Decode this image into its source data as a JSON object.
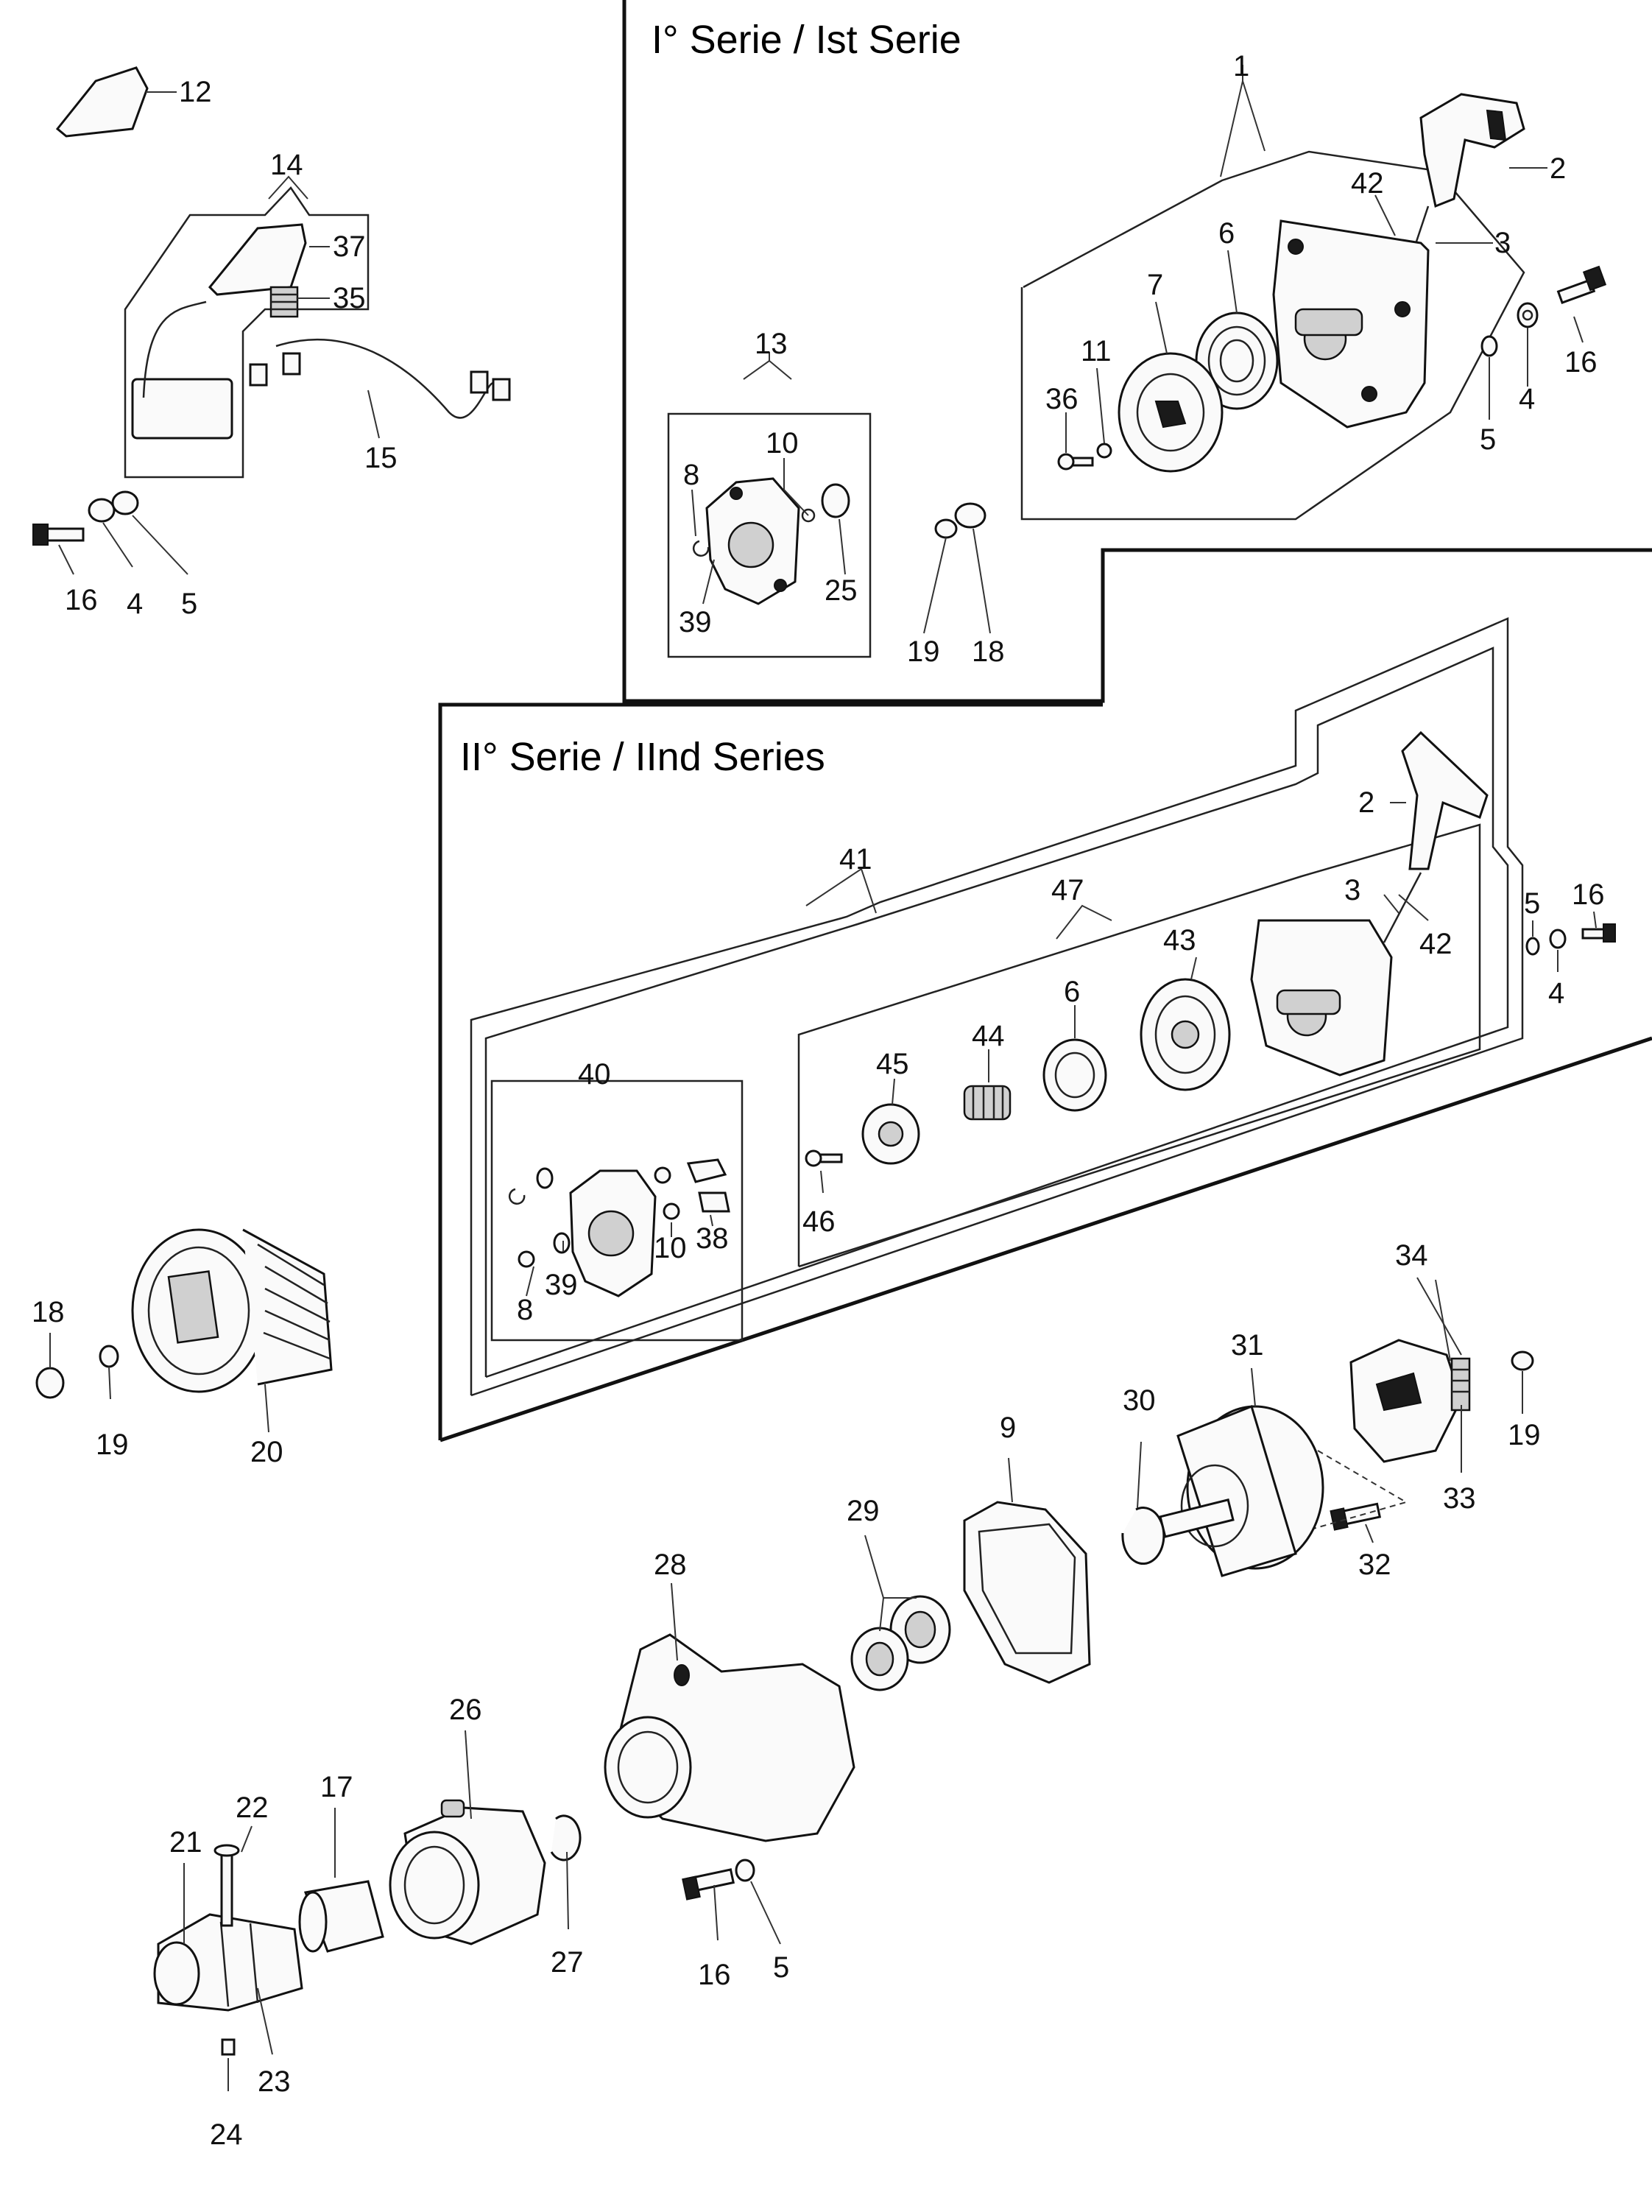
{
  "headers": {
    "series1": "I° Serie / Ist Serie",
    "series2": "II° Serie / IInd Series"
  },
  "labels": {
    "l1": "1",
    "l2a": "2",
    "l42a": "42",
    "l3a": "3",
    "l6a": "6",
    "l7": "7",
    "l11": "11",
    "l36": "36",
    "l16a": "16",
    "l4a": "4",
    "l5a": "5",
    "l13": "13",
    "l10a": "10",
    "l8a": "8",
    "l25": "25",
    "l39a": "39",
    "l19a": "19",
    "l18a": "18",
    "l12": "12",
    "l14": "14",
    "l37": "37",
    "l35": "35",
    "l15": "15",
    "l16b": "16",
    "l4b": "4",
    "l5b": "5",
    "l2b": "2",
    "l3b": "3",
    "l42b": "42",
    "l41": "41",
    "l47": "47",
    "l43": "43",
    "l6b": "6",
    "l44": "44",
    "l45": "45",
    "l46": "46",
    "l40": "40",
    "l10b": "10",
    "l38": "38",
    "l8b": "8",
    "l39b": "39",
    "l5c": "5",
    "l16c": "16",
    "l4c": "4",
    "l18b": "18",
    "l19b": "19",
    "l20": "20",
    "l34": "34",
    "l31": "31",
    "l30": "30",
    "l9": "9",
    "l19c": "19",
    "l33": "33",
    "l32": "32",
    "l29": "29",
    "l28": "28",
    "l26": "26",
    "l17": "17",
    "l22": "22",
    "l21": "21",
    "l27": "27",
    "l16d": "16",
    "l5d": "5",
    "l23": "23",
    "l24": "24"
  }
}
